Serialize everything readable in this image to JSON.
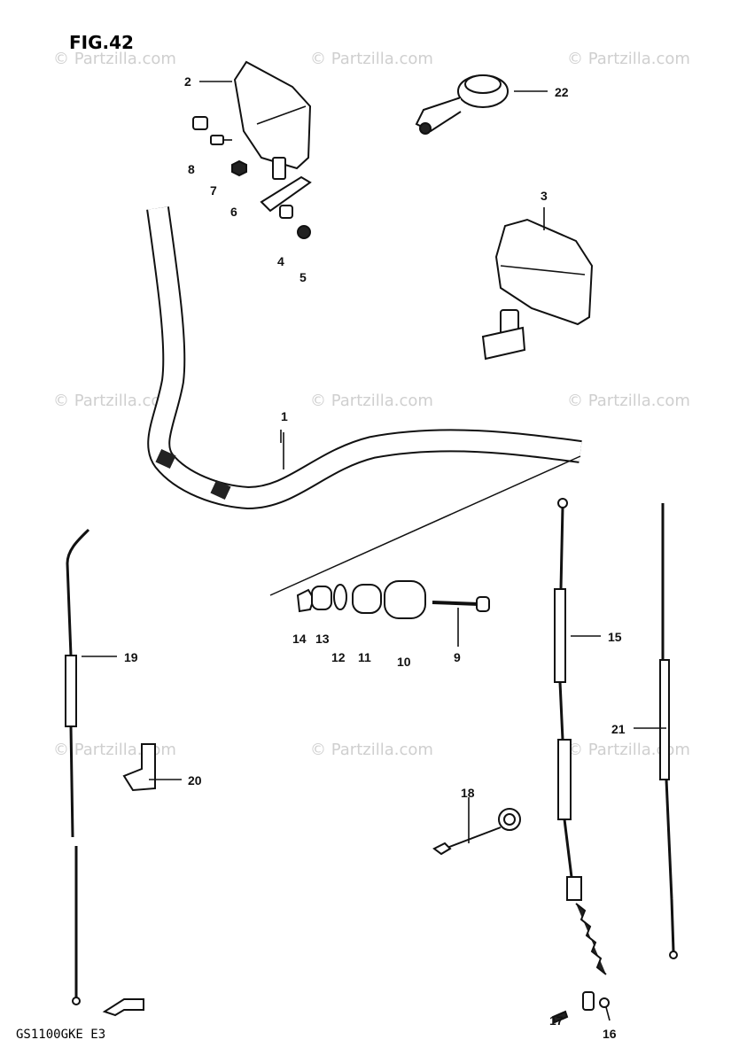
{
  "figure": {
    "title": "FIG.42",
    "model_code": "GS1100GKE E3"
  },
  "watermark": {
    "text": "© Partzilla.com"
  },
  "callouts": [
    {
      "id": "1",
      "label": "1"
    },
    {
      "id": "2",
      "label": "2"
    },
    {
      "id": "3",
      "label": "3"
    },
    {
      "id": "4",
      "label": "4"
    },
    {
      "id": "5",
      "label": "5"
    },
    {
      "id": "6",
      "label": "6"
    },
    {
      "id": "7",
      "label": "7"
    },
    {
      "id": "8",
      "label": "8"
    },
    {
      "id": "9",
      "label": "9"
    },
    {
      "id": "10",
      "label": "10"
    },
    {
      "id": "11",
      "label": "11"
    },
    {
      "id": "12",
      "label": "12"
    },
    {
      "id": "13",
      "label": "13"
    },
    {
      "id": "14",
      "label": "14"
    },
    {
      "id": "15",
      "label": "15"
    },
    {
      "id": "16",
      "label": "16"
    },
    {
      "id": "17",
      "label": "17"
    },
    {
      "id": "18",
      "label": "18"
    },
    {
      "id": "19",
      "label": "19"
    },
    {
      "id": "20",
      "label": "20"
    },
    {
      "id": "21",
      "label": "21"
    },
    {
      "id": "22",
      "label": "22"
    }
  ]
}
